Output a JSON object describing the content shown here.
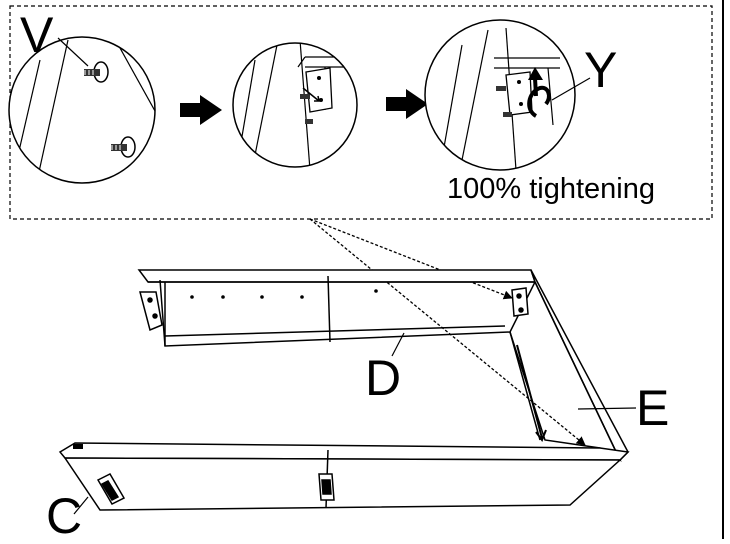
{
  "labels": {
    "v": "V",
    "y": "Y",
    "d": "D",
    "e": "E",
    "c": "C",
    "tightening": "100% tightening"
  },
  "icons": [
    "screw-icon",
    "arrow-right-icon",
    "bracket-icon",
    "rotate-arrow-icon"
  ],
  "colors": {
    "line": "#000000",
    "background": "#ffffff"
  }
}
